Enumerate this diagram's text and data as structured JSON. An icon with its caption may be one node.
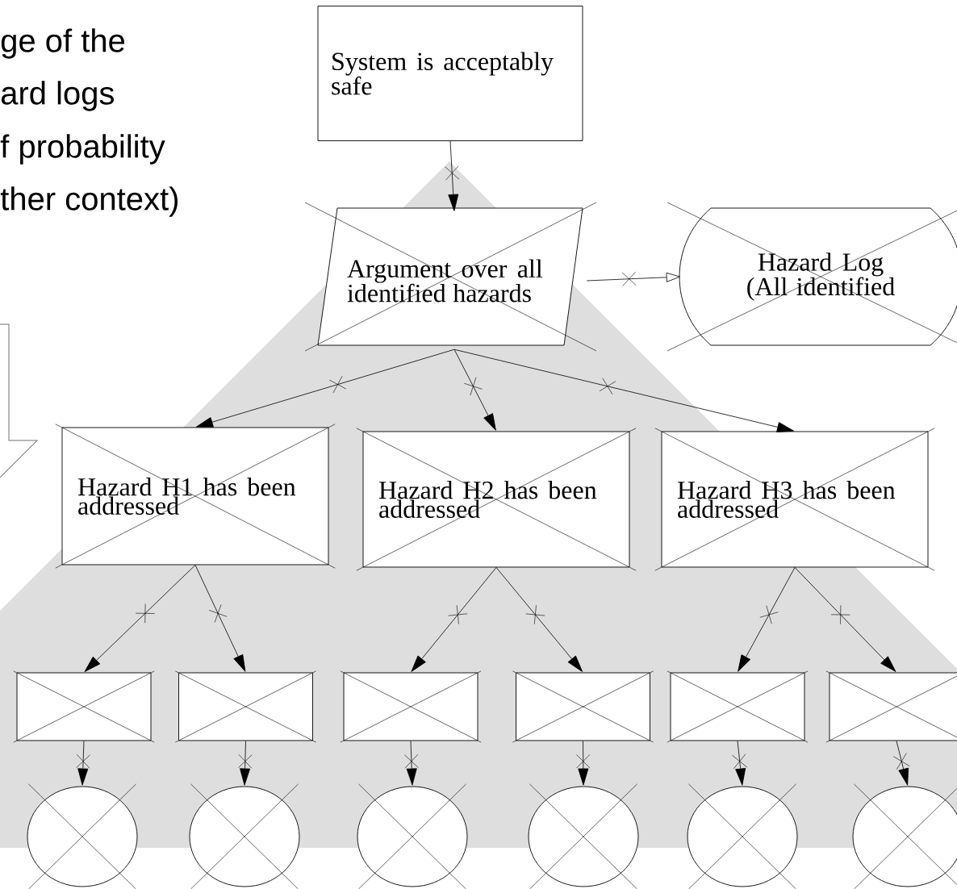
{
  "diagram": {
    "nodes": [
      {
        "text": [
          "System is acceptably safe"
        ]
      },
      {
        "text": [
          "Argument over all identified hazards"
        ]
      },
      {
        "text": [
          "Hazard Log (All identified"
        ]
      },
      {
        "text": [
          "Hazard H1 has been addressed"
        ]
      },
      {
        "text": [
          "Hazard H2 has been addressed"
        ]
      },
      {
        "text": [
          "Hazard H3 has been addressed"
        ]
      },
      {
        "text": [],
        "shape": "box"
      },
      {
        "text": [],
        "shape": "box"
      },
      {
        "text": [],
        "shape": "box"
      },
      {
        "text": [],
        "shape": "box"
      },
      {
        "text": [],
        "shape": "box"
      },
      {
        "text": [],
        "shape": "box"
      },
      {
        "text": [],
        "shape": "circle"
      },
      {
        "text": [],
        "shape": "circle"
      },
      {
        "text": [],
        "shape": "circle"
      },
      {
        "text": [],
        "shape": "circle"
      },
      {
        "text": [],
        "shape": "circle"
      },
      {
        "text": [],
        "shape": "circle"
      }
    ],
    "edges": [
      {
        "from": 0,
        "to": 1,
        "arrow": "to"
      },
      {
        "from": 1,
        "to": 2,
        "arrow": "to"
      },
      {
        "from": 1,
        "to": 3,
        "arrow": "to"
      },
      {
        "from": 1,
        "to": 4,
        "arrow": "to"
      },
      {
        "from": 1,
        "to": 5,
        "arrow": "to"
      },
      {
        "from": 3,
        "to": 6,
        "arrow": "to"
      },
      {
        "from": 3,
        "to": 7,
        "arrow": "to"
      },
      {
        "from": 4,
        "to": 8,
        "arrow": "to"
      },
      {
        "from": 4,
        "to": 9,
        "arrow": "to"
      },
      {
        "from": 5,
        "to": 10,
        "arrow": "to"
      },
      {
        "from": 5,
        "to": 11,
        "arrow": "to"
      },
      {
        "from": 6,
        "to": 12,
        "arrow": "to"
      },
      {
        "from": 7,
        "to": 13,
        "arrow": "to"
      },
      {
        "from": 8,
        "to": 14,
        "arrow": "to"
      },
      {
        "from": 9,
        "to": 15,
        "arrow": "to"
      },
      {
        "from": 10,
        "to": 16,
        "arrow": "to"
      },
      {
        "from": 11,
        "to": 17,
        "arrow": "to"
      }
    ],
    "labels": [
      "ge of the",
      "ard logs",
      "f probability",
      "ther context)"
    ]
  }
}
